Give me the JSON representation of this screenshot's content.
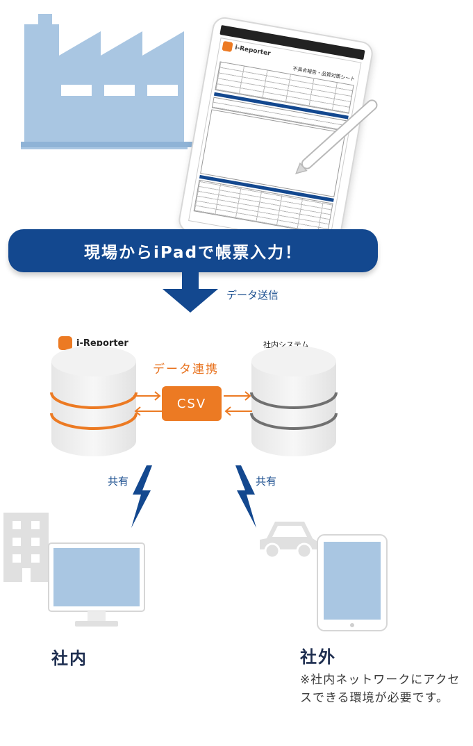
{
  "banner": {
    "text": "現場からiPadで帳票入力！"
  },
  "arrow_label": "データ送信",
  "db_left": {
    "logo": "i-Reporter"
  },
  "db_right": {
    "label": "社内システム"
  },
  "link_label": "データ連携",
  "csv_label": "CSV",
  "share_left": "共有",
  "share_right": "共有",
  "inside": {
    "label": "社内"
  },
  "outside": {
    "label": "社外",
    "note": "※社内ネットワークにアクセスできる環境が必要です。"
  },
  "tablet_form": {
    "logo": "i-Reporter",
    "title": "不具合報告・品質対策シート"
  },
  "colors": {
    "navy": "#13488f",
    "orange": "#ec7a23",
    "light_blue": "#a9c6e2",
    "gray": "#e0e0e0"
  }
}
